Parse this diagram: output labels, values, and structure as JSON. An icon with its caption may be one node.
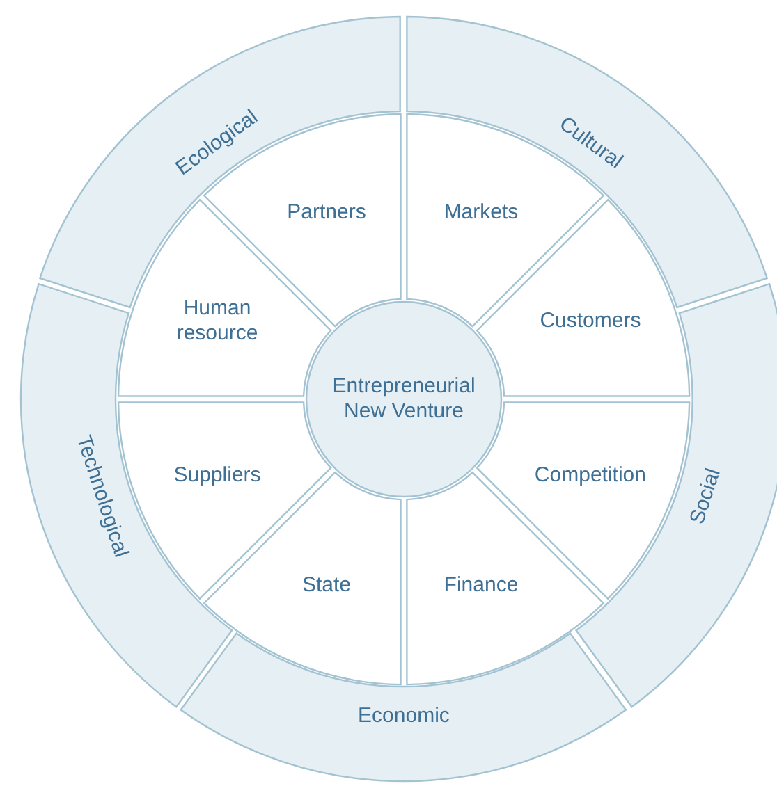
{
  "diagram": {
    "nodes": [
      {
        "text": [
          "Ecological"
        ]
      },
      {
        "text": [
          "Cultural"
        ]
      },
      {
        "text": [
          "Partners"
        ]
      },
      {
        "text": [
          "Markets"
        ]
      },
      {
        "text": [
          "Human resource"
        ]
      },
      {
        "text": [
          "Customers"
        ]
      },
      {
        "text": [
          "Entrepreneurial New Venture"
        ]
      },
      {
        "text": [
          "Suppliers"
        ]
      },
      {
        "text": [
          "Competition"
        ]
      },
      {
        "text": [
          "Technological"
        ]
      },
      {
        "text": [
          "Social"
        ]
      },
      {
        "text": [
          "State"
        ]
      },
      {
        "text": [
          "Finance"
        ]
      },
      {
        "text": [
          "Economic"
        ]
      }
    ]
  }
}
